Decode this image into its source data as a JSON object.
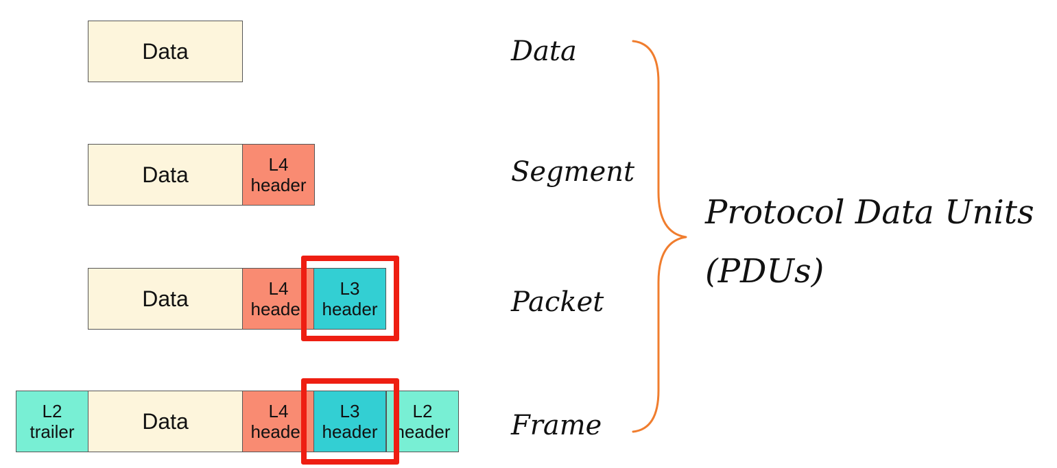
{
  "colors": {
    "data_fill": "#fdf5dc",
    "l4_fill": "#f98b72",
    "l3_fill": "#33cfd3",
    "l2_fill": "#78efd4",
    "highlight": "#ee1e12",
    "brace": "#f07d2e"
  },
  "rows": {
    "data": {
      "data_label": "Data"
    },
    "segment": {
      "data_label": "Data",
      "l4_line1": "L4",
      "l4_line2": "header"
    },
    "packet": {
      "data_label": "Data",
      "l4_line1": "L4",
      "l4_line2": "header",
      "l3_line1": "L3",
      "l3_line2": "header"
    },
    "frame": {
      "l2t_line1": "L2",
      "l2t_line2": "trailer",
      "data_label": "Data",
      "l4_line1": "L4",
      "l4_line2": "header",
      "l3_line1": "L3",
      "l3_line2": "header",
      "l2h_line1": "L2",
      "l2h_line2": "header"
    }
  },
  "pdu_names": [
    "Data",
    "Segment",
    "Packet",
    "Frame"
  ],
  "group_label": {
    "line1": "Protocol Data Units",
    "line2": "(PDUs)"
  }
}
